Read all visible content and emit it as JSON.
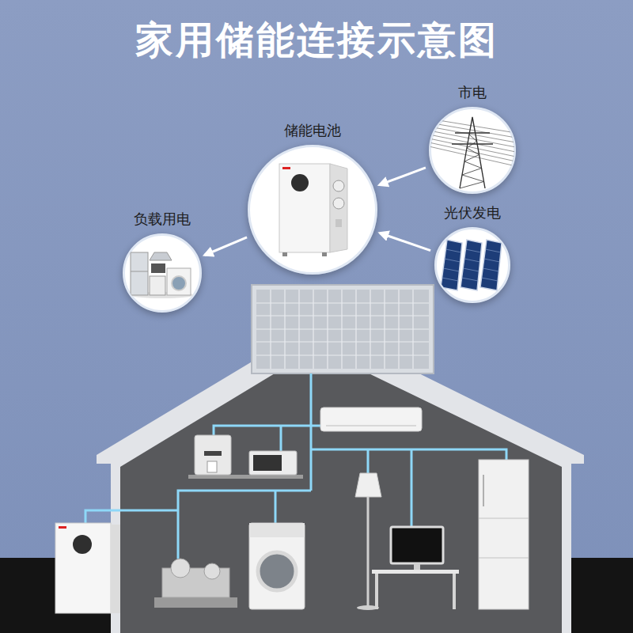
{
  "diagram": {
    "title": "家用储能连接示意图",
    "nodes": [
      {
        "text": [
          "市电"
        ]
      },
      {
        "text": [
          "储能电池"
        ]
      },
      {
        "text": [
          "光伏发电"
        ]
      },
      {
        "text": [
          "负载用电"
        ]
      }
    ],
    "edges": [
      {
        "from": 0,
        "to": 1,
        "arrow": "to"
      },
      {
        "from": 2,
        "to": 1,
        "arrow": "to"
      },
      {
        "from": 1,
        "to": 3,
        "arrow": "to"
      }
    ]
  }
}
